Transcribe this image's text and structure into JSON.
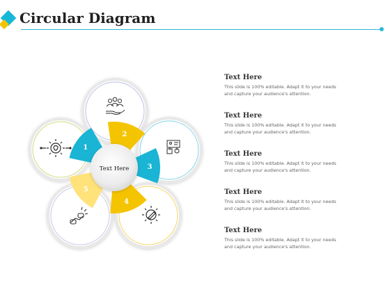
{
  "header": {
    "title": "Circular Diagram",
    "colors": {
      "accent_blue": "#17b7d7",
      "accent_yellow": "#f2c500"
    }
  },
  "diagram": {
    "center_label": "Text Here",
    "segments": [
      {
        "number": "1",
        "icon": "gear-lightbulb-icon",
        "color": "#1ab4d4",
        "ring_color": "#cfd97a"
      },
      {
        "number": "2",
        "icon": "team-hand-icon",
        "color": "#f5c400",
        "ring_color": "#b9bde8"
      },
      {
        "number": "3",
        "icon": "presentation-board-icon",
        "color": "#1ab4d4",
        "ring_color": "#7fd4e6"
      },
      {
        "number": "4",
        "icon": "pencil-gear-icon",
        "color": "#f5c400",
        "ring_color": "#f5d45a"
      },
      {
        "number": "5",
        "icon": "handshake-chain-icon",
        "color": "#ffe27a",
        "ring_color": "#c8c8e8"
      }
    ]
  },
  "items": [
    {
      "title": "Text Here",
      "line1": "This slide is 100% editable. Adapt it to your needs",
      "line2": "and capture your audience's attention."
    },
    {
      "title": "Text Here",
      "line1": "This slide is 100% editable. Adapt it to your needs",
      "line2": "and capture your audience's attention."
    },
    {
      "title": "Text Here",
      "line1": "This slide is 100% editable. Adapt it to your needs",
      "line2": "and capture your audience's attention."
    },
    {
      "title": "Text Here",
      "line1": "This slide is 100% editable. Adapt it to your needs",
      "line2": "and capture your audience's attention."
    },
    {
      "title": "Text Here",
      "line1": "This slide is 100% editable. Adapt it to your needs",
      "line2": "and capture your audience's attention."
    }
  ]
}
